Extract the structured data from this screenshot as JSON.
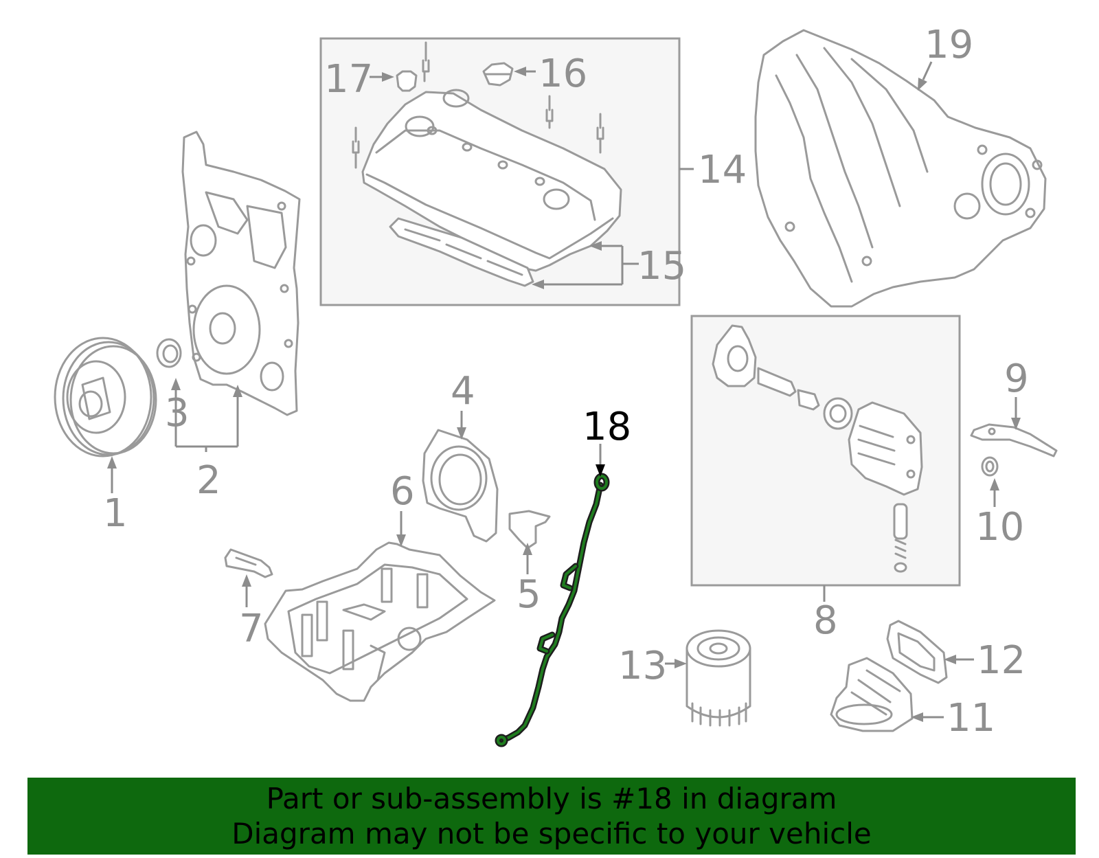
{
  "callouts": {
    "c1": "1",
    "c2": "2",
    "c3": "3",
    "c4": "4",
    "c5": "5",
    "c6": "6",
    "c7": "7",
    "c8": "8",
    "c9": "9",
    "c10": "10",
    "c11": "11",
    "c12": "12",
    "c13": "13",
    "c14": "14",
    "c15": "15",
    "c16": "16",
    "c17": "17",
    "c18": "18",
    "c19": "19"
  },
  "highlighted_part": "18",
  "colors": {
    "banner_background": "#0e690e",
    "highlight_part": "#1f7d1f",
    "line_art": "#9a9a9a",
    "callout_text": "#8f8f8f"
  },
  "banner": {
    "line1": "Part or sub-assembly is #18 in diagram",
    "line2": "Diagram may not be specific to your vehicle"
  }
}
